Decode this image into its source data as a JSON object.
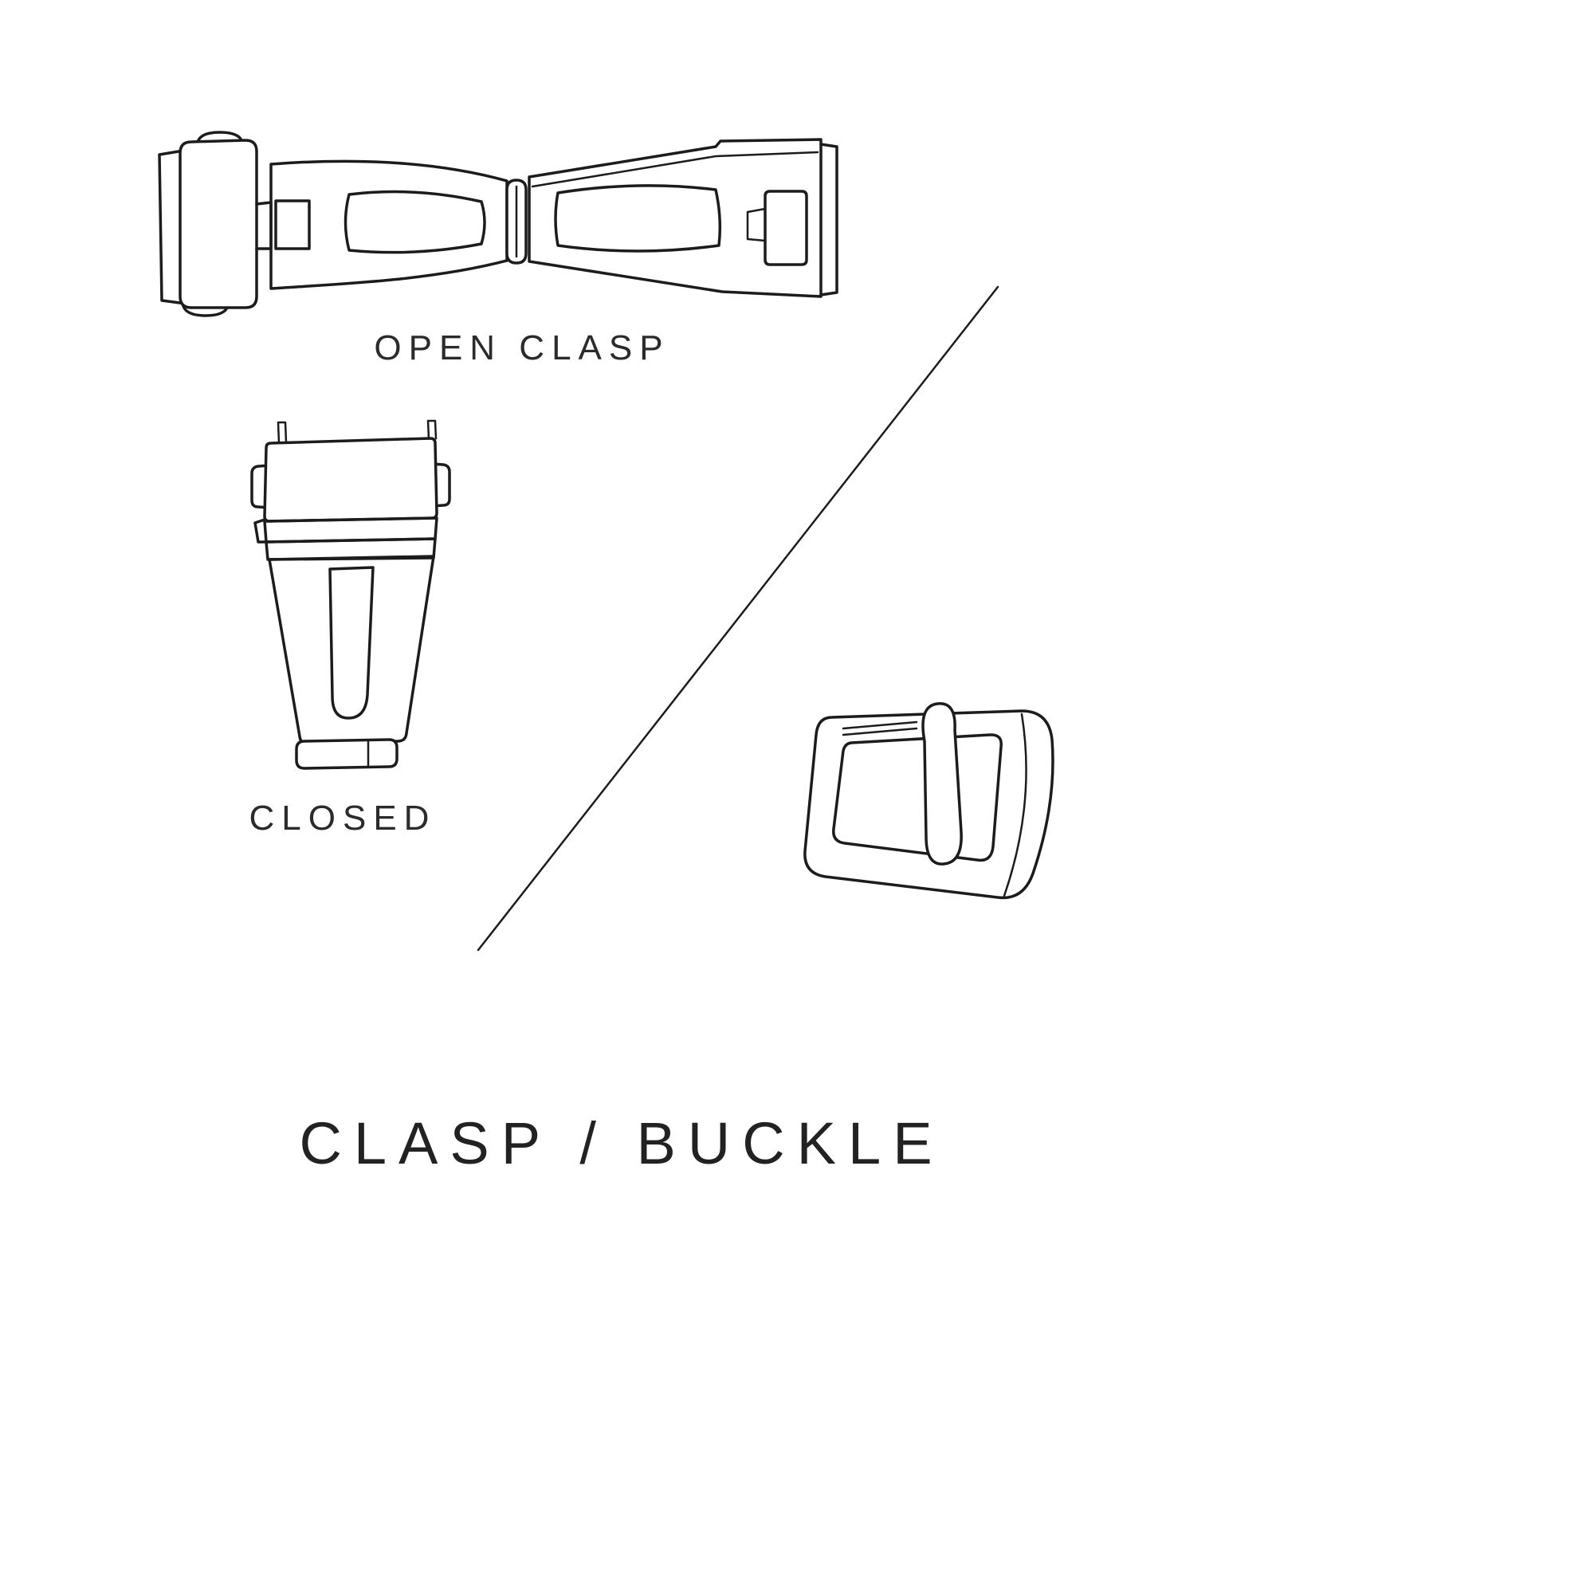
{
  "page": {
    "title": "CLASP / BUCKLE"
  },
  "figures": {
    "open_clasp": {
      "label": "OPEN CLASP",
      "illustration": "open-clasp-line-drawing"
    },
    "closed_clasp": {
      "label": "CLOSED",
      "illustration": "closed-clasp-line-drawing"
    },
    "buckle": {
      "illustration": "pin-buckle-line-drawing"
    }
  },
  "colors": {
    "line": "#1c1c1c",
    "text": "#2b2b2b",
    "background": "#ffffff"
  }
}
